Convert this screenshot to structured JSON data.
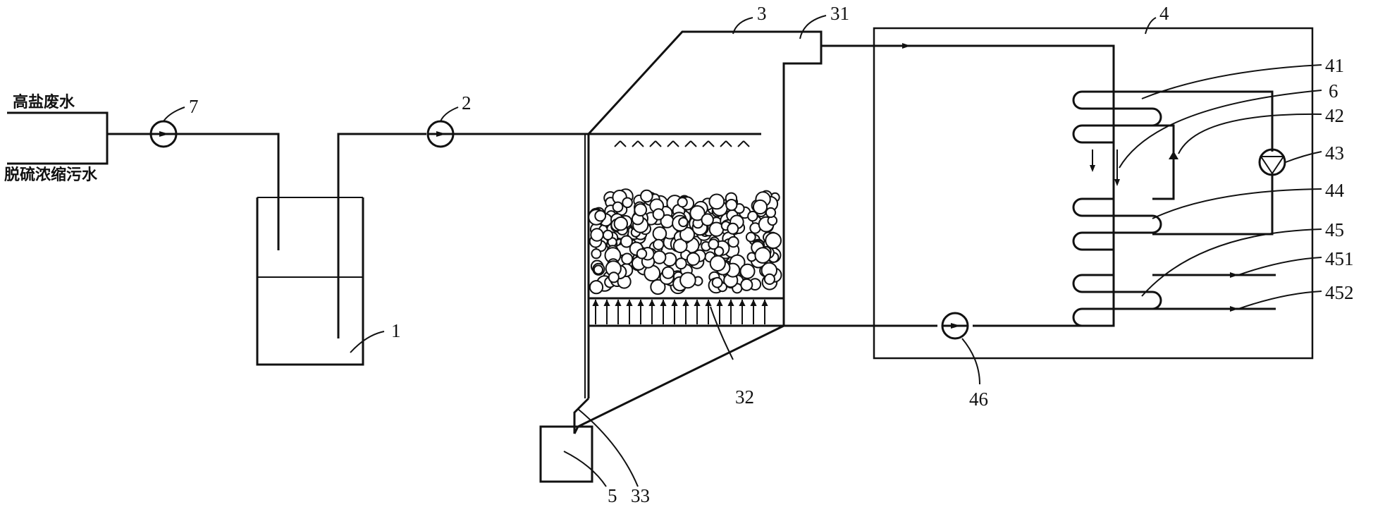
{
  "inputs": {
    "top": "高盐废水",
    "bottom": "脱硫浓缩污水"
  },
  "labels": {
    "l1": "1",
    "l2": "2",
    "l3": "3",
    "l31": "31",
    "l32": "32",
    "l33": "33",
    "l4": "4",
    "l41": "41",
    "l42": "42",
    "l43": "43",
    "l44": "44",
    "l45": "45",
    "l451": "451",
    "l452": "452",
    "l46": "46",
    "l5": "5",
    "l6": "6",
    "l7": "7"
  },
  "colors": {
    "line": "#111111",
    "background": "#ffffff"
  }
}
